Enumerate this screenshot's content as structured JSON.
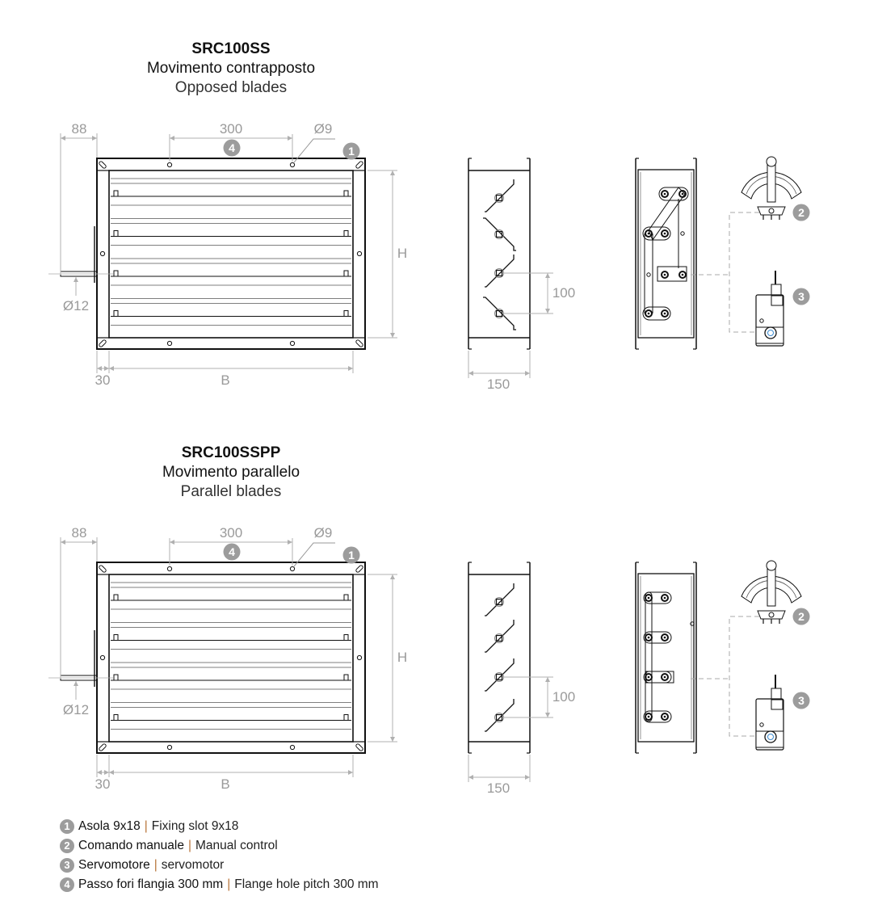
{
  "sections": [
    {
      "code": "SRC100SS",
      "title_it": "Movimento contrapposto",
      "title_en": "Opposed blades",
      "blade_mode": "opposed"
    },
    {
      "code": "SRC100SSPP",
      "title_it": "Movimento parallelo",
      "title_en": "Parallel blades",
      "blade_mode": "parallel"
    }
  ],
  "dimensions": {
    "offset": "88",
    "pitch": "300",
    "hole": "Ø9",
    "shaft": "Ø12",
    "flange": "30",
    "width": "B",
    "height": "H",
    "blade_pitch": "100",
    "depth": "150"
  },
  "callouts": [
    "1",
    "2",
    "3",
    "4"
  ],
  "legend": [
    {
      "num": "1",
      "it": "Asola 9x18",
      "en": "Fixing slot 9x18"
    },
    {
      "num": "2",
      "it": "Comando manuale",
      "en": "Manual control"
    },
    {
      "num": "3",
      "it": "Servomotore",
      "en": "servomotor"
    },
    {
      "num": "4",
      "it": "Passo fori flangia 300 mm",
      "en": "Flange hole pitch 300 mm"
    }
  ],
  "colors": {
    "line": "#111111",
    "dim": "#9a9a9a",
    "callout": "#9c9c9c",
    "separator": "#b8743a"
  }
}
